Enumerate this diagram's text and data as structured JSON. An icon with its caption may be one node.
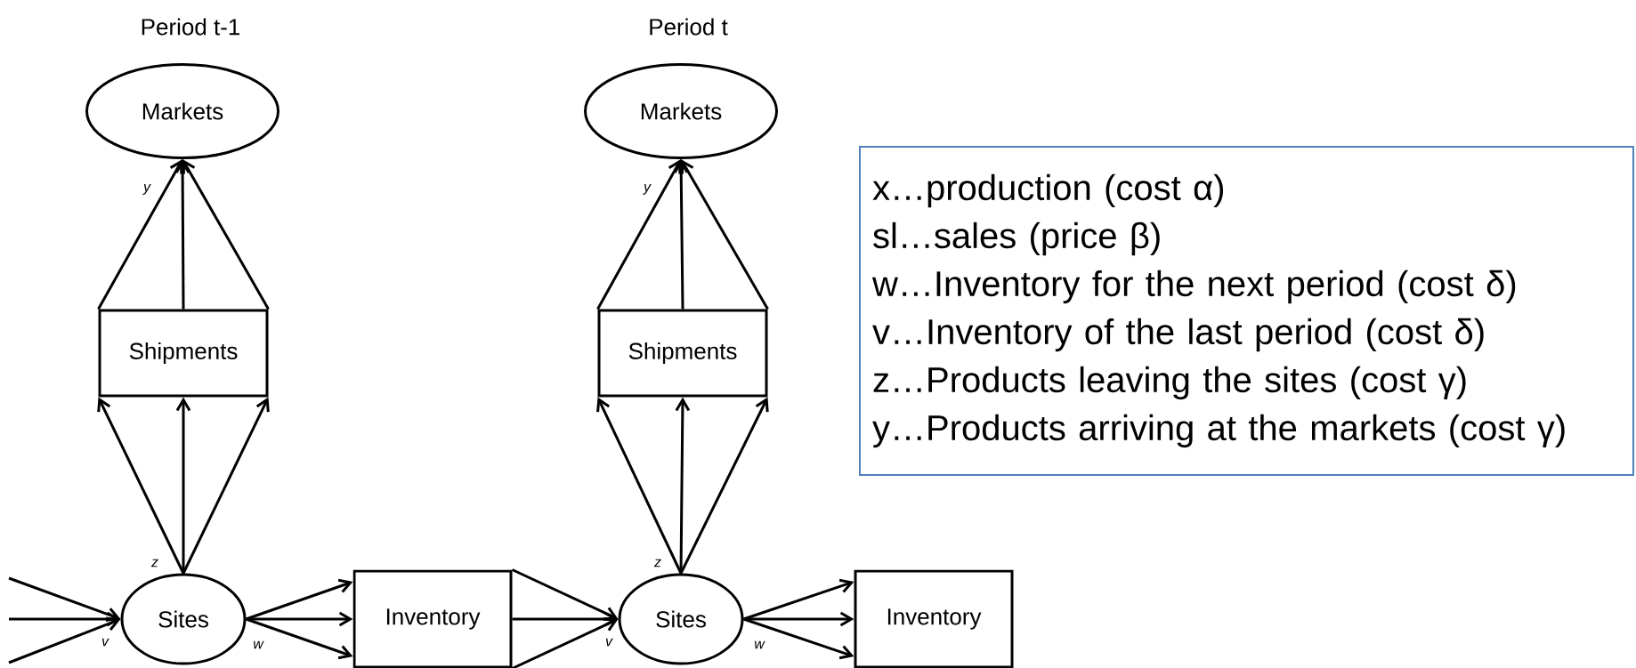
{
  "diagram": {
    "nodes": [
      {
        "text": [
          "Markets"
        ]
      },
      {
        "text": [
          "Shipments"
        ]
      },
      {
        "text": [
          "Sites"
        ]
      },
      {
        "text": [
          "Inventory"
        ]
      },
      {
        "text": [
          "Markets"
        ]
      },
      {
        "text": [
          "Shipments"
        ]
      },
      {
        "text": [
          "Sites"
        ]
      },
      {
        "text": [
          "Inventory"
        ]
      },
      {
        "text": [
          "x…production (cost α)",
          "sl…sales (price β)",
          "w…Inventory for the next period (cost δ)",
          "v…Inventory of the last period (cost δ)",
          "z…Products leaving the sites (cost γ)",
          "y…Products arriving at the markets (cost γ)"
        ]
      }
    ],
    "edges": [
      {
        "from": 1,
        "to": 0,
        "arrow": "to"
      },
      {
        "from": 1,
        "to": 0,
        "arrow": "to"
      },
      {
        "from": 1,
        "to": 0,
        "arrow": "to"
      },
      {
        "from": 2,
        "to": 1,
        "arrow": "to"
      },
      {
        "from": 2,
        "to": 1,
        "arrow": "to"
      },
      {
        "from": 2,
        "to": 1,
        "arrow": "to"
      },
      {
        "from": null,
        "to": 2,
        "arrow": "to"
      },
      {
        "from": null,
        "to": 2,
        "arrow": "to"
      },
      {
        "from": null,
        "to": 2,
        "arrow": "to"
      },
      {
        "from": 2,
        "to": 3,
        "arrow": "to"
      },
      {
        "from": 2,
        "to": 3,
        "arrow": "to"
      },
      {
        "from": 2,
        "to": 3,
        "arrow": "to"
      },
      {
        "from": 3,
        "to": 6,
        "arrow": "to"
      },
      {
        "from": 3,
        "to": 6,
        "arrow": "to"
      },
      {
        "from": 3,
        "to": 6,
        "arrow": "to"
      },
      {
        "from": 5,
        "to": 4,
        "arrow": "to"
      },
      {
        "from": 5,
        "to": 4,
        "arrow": "to"
      },
      {
        "from": 5,
        "to": 4,
        "arrow": "to"
      },
      {
        "from": 6,
        "to": 5,
        "arrow": "to"
      },
      {
        "from": 6,
        "to": 5,
        "arrow": "to"
      },
      {
        "from": 6,
        "to": 5,
        "arrow": "to"
      },
      {
        "from": 6,
        "to": 7,
        "arrow": "to"
      },
      {
        "from": 6,
        "to": 7,
        "arrow": "to"
      },
      {
        "from": 6,
        "to": 7,
        "arrow": "to"
      }
    ],
    "labels": [
      "Period t-1",
      "Period t",
      "y",
      "y",
      "z",
      "z",
      "v",
      "w",
      "v",
      "w"
    ]
  }
}
